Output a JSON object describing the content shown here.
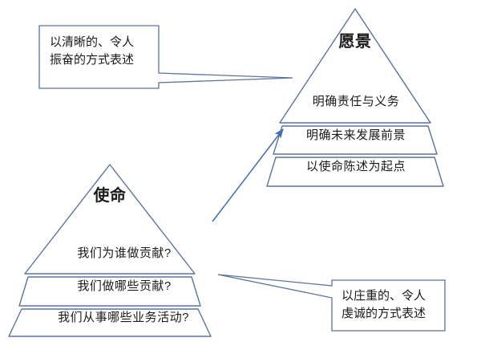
{
  "diagram": {
    "title_alt": "愿景与使命金字塔",
    "colors": {
      "stroke": "#5c739b",
      "arrow": "#3f6fb5",
      "text": "#1a1a1a",
      "background": "#ffffff"
    },
    "vision_pyramid": {
      "name": "vision-pyramid",
      "title": "愿景",
      "tiers": [
        {
          "id": "vision-tier-1",
          "label": "明确责任与义务"
        },
        {
          "id": "vision-tier-2",
          "label": "明确未来发展前景"
        },
        {
          "id": "vision-tier-3",
          "label": "以使命陈述为起点"
        }
      ]
    },
    "mission_pyramid": {
      "name": "mission-pyramid",
      "title": "使命",
      "tiers": [
        {
          "id": "mission-tier-1",
          "label": "我们为谁做贡献?"
        },
        {
          "id": "mission-tier-2",
          "label": "我们做哪些贡献?"
        },
        {
          "id": "mission-tier-3",
          "label": "我们从事哪些业务活动?"
        }
      ]
    },
    "callouts": [
      {
        "id": "callout-vision",
        "text": "以清晰的、令人\n振奋的方式表述",
        "points_to": "vision-pyramid"
      },
      {
        "id": "callout-mission",
        "text": "以庄重的、令人\n虔诚的方式表述",
        "points_to": "mission-pyramid"
      }
    ],
    "connector": {
      "id": "mission-to-vision-arrow",
      "from": "mission-pyramid",
      "to": "vision-pyramid",
      "style": "single-headed-arrow"
    }
  }
}
